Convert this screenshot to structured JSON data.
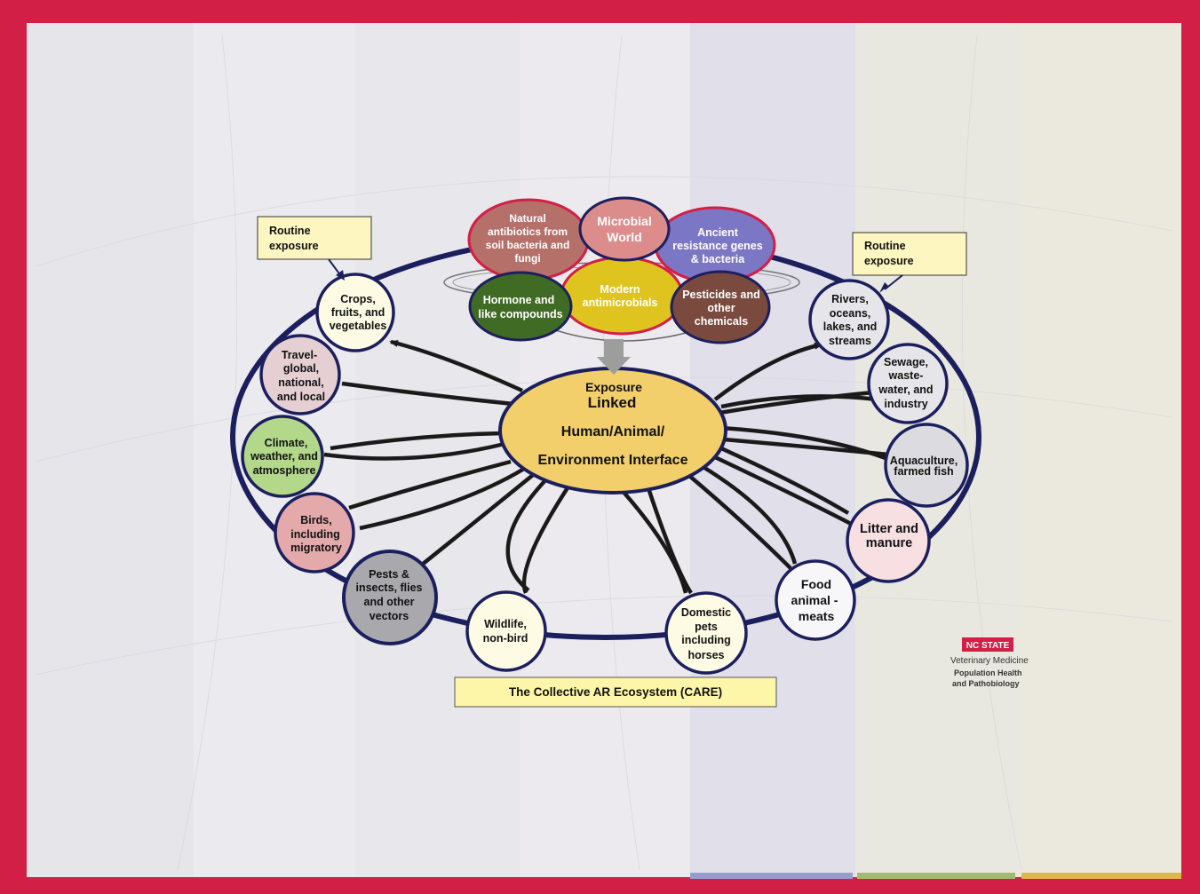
{
  "center": {
    "line1": "Exposure",
    "line2": "Linked",
    "line3": "Human/Animal/",
    "line4": "Environment Interface"
  },
  "routine_left": {
    "line1": "Routine",
    "line2": "exposure"
  },
  "routine_right": {
    "line1": "Routine",
    "line2": "exposure"
  },
  "caption": "The Collective AR Ecosystem (CARE)",
  "top_cluster": {
    "natural": [
      "Natural",
      "antibiotics from",
      "soil bacteria and",
      "fungi"
    ],
    "microbial": [
      "Microbial",
      "World"
    ],
    "ancient": [
      "Ancient",
      "resistance genes",
      "& bacteria"
    ],
    "hormone": [
      "Hormone and",
      "like compounds"
    ],
    "modern": [
      "Modern",
      "antimicrobials"
    ],
    "pesticides": [
      "Pesticides and",
      "other",
      "chemicals"
    ]
  },
  "ring_nodes": {
    "crops": [
      "Crops,",
      "fruits, and",
      "vegetables"
    ],
    "travel": [
      "Travel-",
      "global,",
      "national,",
      "and local"
    ],
    "climate": [
      "Climate,",
      "weather, and",
      "atmosphere"
    ],
    "birds": [
      "Birds,",
      "including",
      "migratory"
    ],
    "pests": [
      "Pests &",
      "insects, flies",
      "and other",
      "vectors"
    ],
    "wildlife": [
      "Wildlife,",
      "non-bird"
    ],
    "domestic": [
      "Domestic",
      "pets",
      "including",
      "horses"
    ],
    "food": [
      "Food",
      "animal -",
      "meats"
    ],
    "litter": [
      "Litter and",
      "manure"
    ],
    "aquaculture": [
      "Aquaculture,",
      "farmed fish"
    ],
    "sewage": [
      "Sewage,",
      "waste-",
      "water, and",
      "industry"
    ],
    "rivers": [
      "Rivers,",
      "oceans,",
      "lakes, and",
      "streams"
    ]
  },
  "logo": {
    "badge": "NC STATE",
    "line1": "Veterinary Medicine",
    "line2": "Population Health",
    "line3": "and Pathobiology"
  },
  "colors": {
    "border_red": "#d21f45",
    "ring_navy": "#1c1f5e",
    "center_fill": "#f2cf6b",
    "caption_fill": "#fdf6a8",
    "natural_fill": "#b5706a",
    "microbial_fill": "#dc8c8a",
    "ancient_fill": "#7c77c4",
    "modern_fill": "#dfc31e",
    "hormone_fill": "#3f6b25",
    "pesticides_fill": "#7a4a3e",
    "climate_fill": "#b3d88a",
    "birds_fill": "#e3a9ab",
    "pests_fill": "#a9a9ad",
    "travel_fill": "#e5cfd3",
    "litter_fill": "#f7dfe2",
    "cream_fill": "#fdfbe3"
  }
}
